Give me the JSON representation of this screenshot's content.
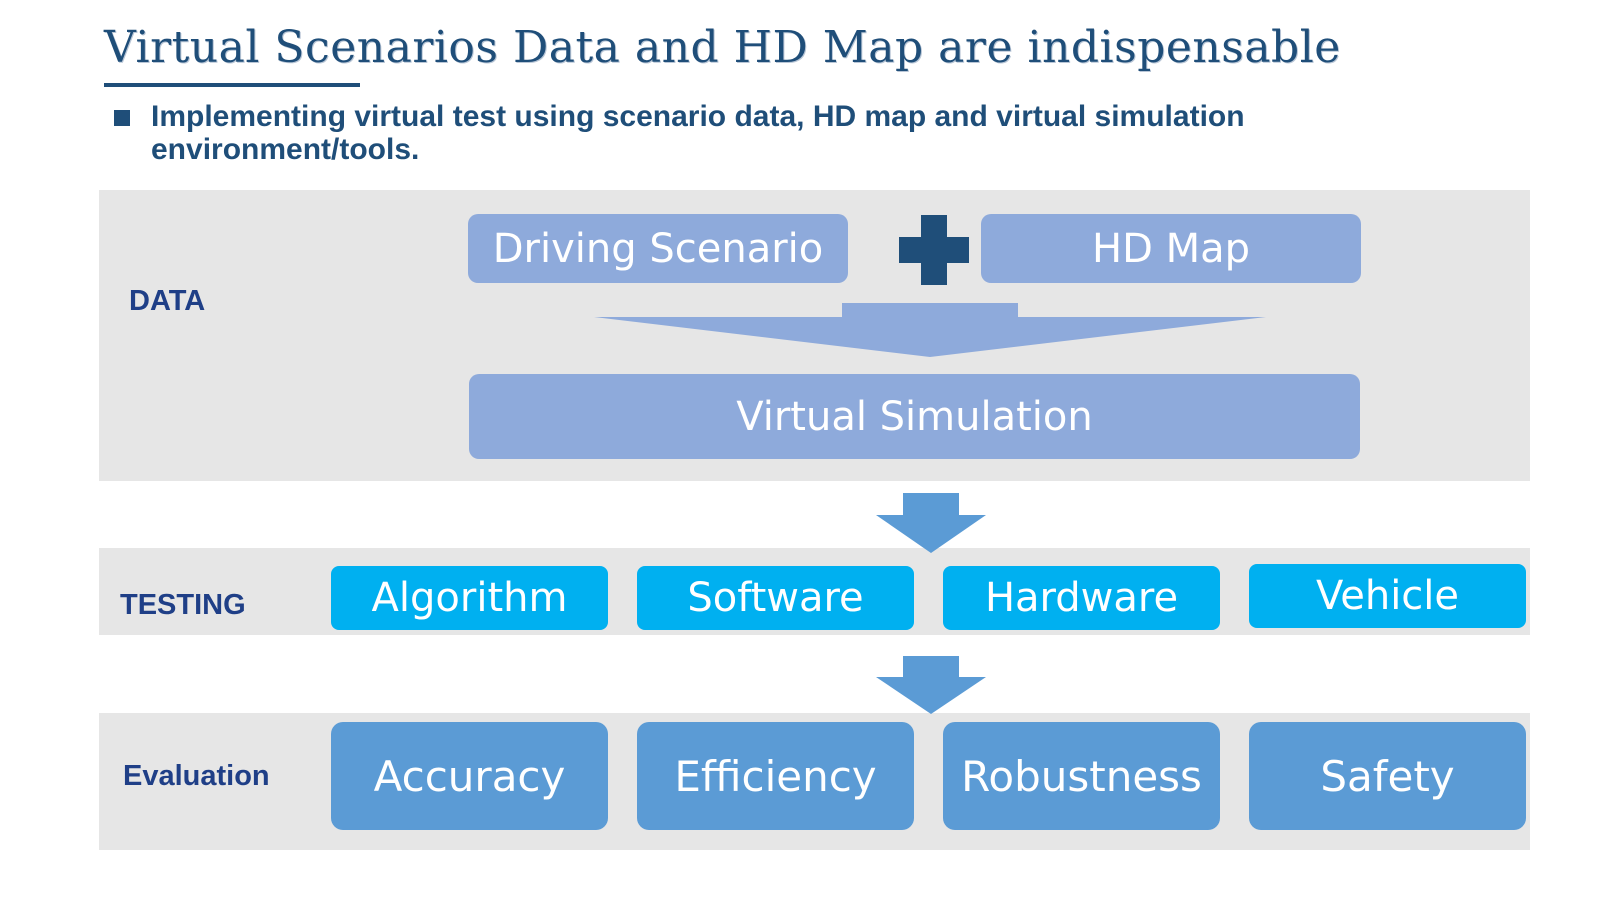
{
  "title": "Virtual Scenarios Data and HD Map are indispensable",
  "bullet": "Implementing virtual test using scenario data, HD map and virtual simulation environment/tools.",
  "rows": {
    "data": {
      "label": "DATA",
      "inputs": [
        "Driving Scenario",
        "HD Map"
      ],
      "output": "Virtual Simulation"
    },
    "testing": {
      "label": "TESTING",
      "items": [
        "Algorithm",
        "Software",
        "Hardware",
        "Vehicle"
      ]
    },
    "evaluation": {
      "label": "Evaluation",
      "items": [
        "Accuracy",
        "Efficiency",
        "Robustness",
        "Safety"
      ]
    }
  },
  "icons": {
    "combine": "plus-icon",
    "flow": "arrow-down-icon"
  },
  "colors": {
    "title": "#1f4e79",
    "row_label": "#1f3f87",
    "band": "#e6e6e6",
    "data_box": "#8eaadb",
    "testing_box": "#00b0f0",
    "evaluation_box": "#5b9bd5",
    "arrow": "#5b9bd5",
    "plus": "#1f4e79"
  }
}
